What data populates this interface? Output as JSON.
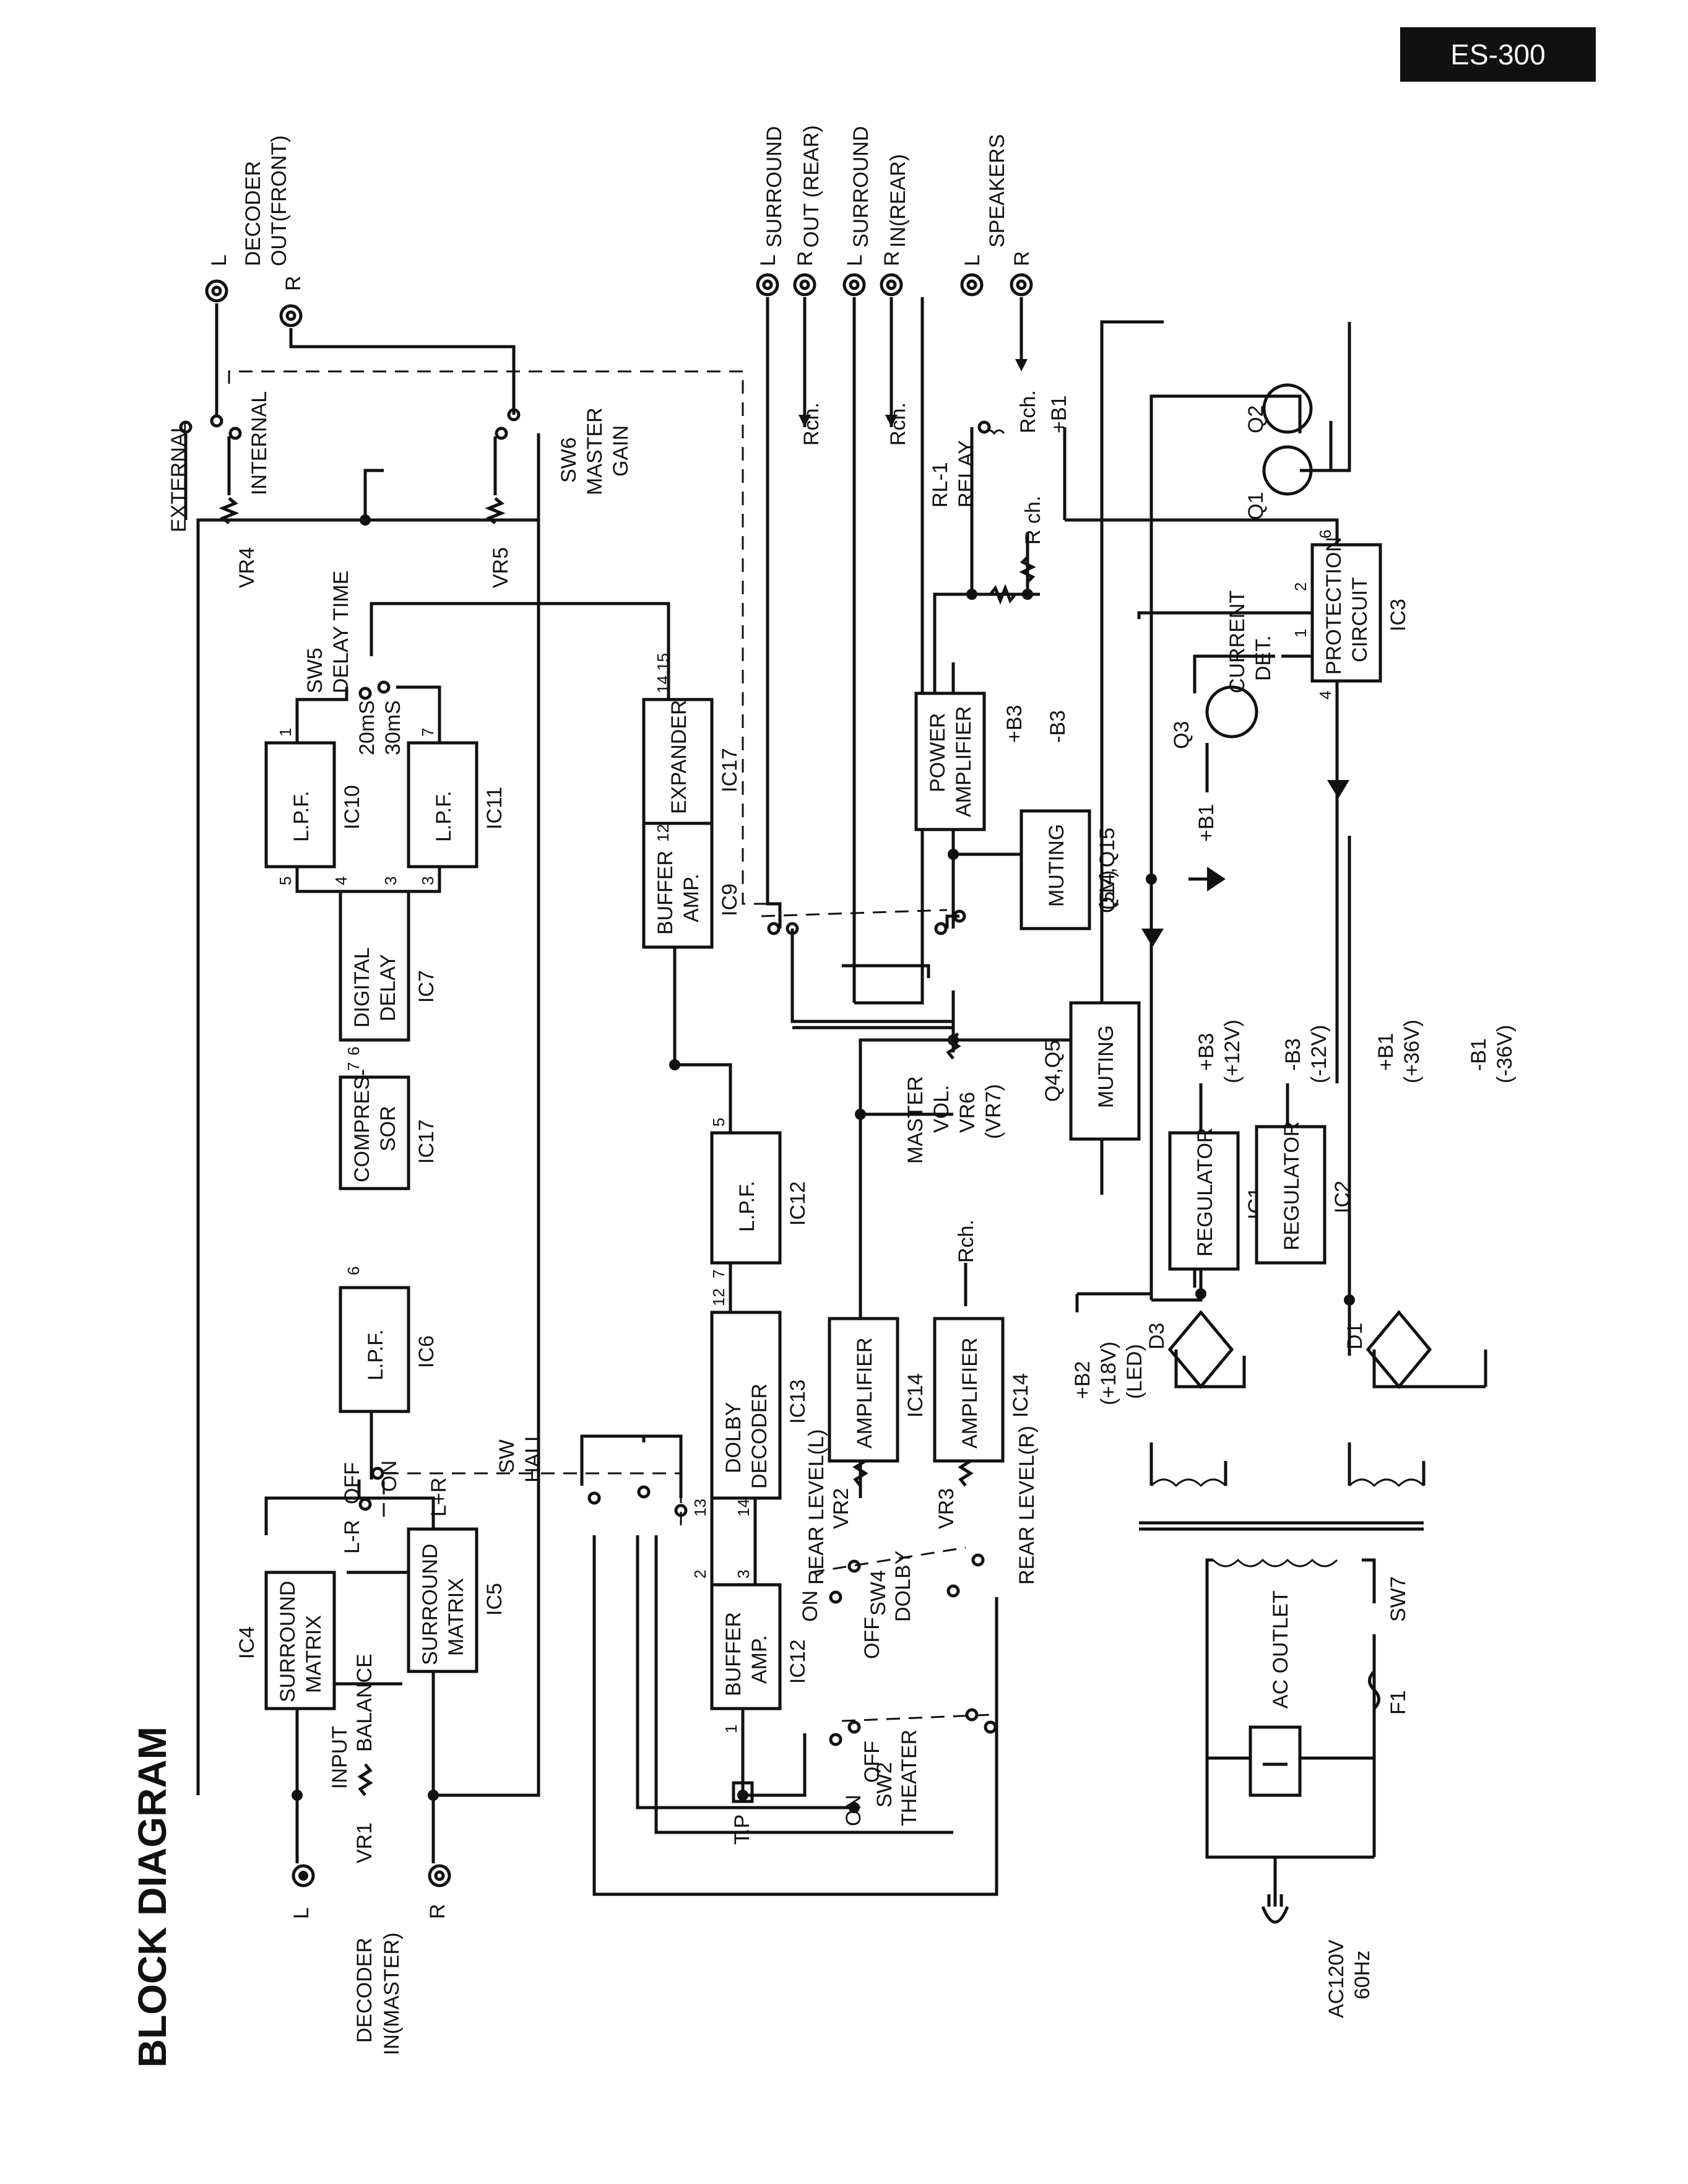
{
  "header": {
    "badge": "ES-300"
  },
  "diagram": {
    "title": "BLOCK DIAGRAM",
    "blocks": [
      {
        "id": "ic4",
        "ref": "IC4",
        "lines": [
          "SURROUND",
          "MATRIX"
        ]
      },
      {
        "id": "ic5",
        "ref": "IC5",
        "lines": [
          "SURROUND",
          "MATRIX"
        ]
      },
      {
        "id": "ic6",
        "ref": "IC6",
        "lines": [
          "L.P.F."
        ]
      },
      {
        "id": "ic17c",
        "ref": "IC17",
        "lines": [
          "COMPRES-",
          "SOR"
        ]
      },
      {
        "id": "ic7",
        "ref": "IC7",
        "lines": [
          "DIGITAL",
          "DELAY"
        ]
      },
      {
        "id": "ic10",
        "ref": "IC10",
        "lines": [
          "L.P.F."
        ]
      },
      {
        "id": "ic11",
        "ref": "IC11",
        "lines": [
          "L.P.F."
        ]
      },
      {
        "id": "ic12b",
        "ref": "IC12",
        "lines": [
          "BUFFER",
          "AMP."
        ]
      },
      {
        "id": "ic13",
        "ref": "IC13",
        "lines": [
          "DOLBY",
          "DECODER"
        ]
      },
      {
        "id": "ic12l",
        "ref": "IC12",
        "lines": [
          "L.P.F."
        ]
      },
      {
        "id": "ic9",
        "ref": "IC9",
        "lines": [
          "BUFFER",
          "AMP."
        ]
      },
      {
        "id": "ic17e",
        "ref": "IC17",
        "lines": [
          "EXPANDER"
        ]
      },
      {
        "id": "ic14l",
        "ref": "IC14",
        "lines": [
          "AMPLIFIER"
        ]
      },
      {
        "id": "ic14r",
        "ref": "IC14",
        "lines": [
          "AMPLIFIER"
        ]
      },
      {
        "id": "q4q5",
        "ref": "Q4,Q5",
        "lines": [
          "MUTING"
        ]
      },
      {
        "id": "power",
        "ref": "",
        "lines": [
          "POWER",
          "AMPLIFIER"
        ]
      },
      {
        "id": "q14q15",
        "ref": "Q14,Q15",
        "lines": [
          "MUTING"
        ]
      },
      {
        "id": "ic1",
        "ref": "IC1",
        "lines": [
          "REGULATOR"
        ]
      },
      {
        "id": "ic2",
        "ref": "IC2",
        "lines": [
          "REGULATOR"
        ]
      },
      {
        "id": "ic3",
        "ref": "IC3",
        "lines": [
          "PROTECTION",
          "CIRCUIT"
        ]
      }
    ],
    "labels": {
      "decoder_in": [
        "DECODER",
        "IN(MASTER)"
      ],
      "in_l": "L",
      "in_r": "R",
      "vr1": "VR1",
      "input_balance": [
        "INPUT",
        "BALANCE"
      ],
      "tp": "T.P",
      "l_minus_r": "L-R",
      "l_plus_r": "L+R",
      "sw_off": "OFF",
      "sw_on": "ON",
      "sw_hall": [
        "SW",
        "HALL"
      ],
      "sw2": [
        "SW2",
        "THEATER"
      ],
      "sw2_on": "ON",
      "sw2_off": "OFF",
      "sw4": [
        "SW4",
        "DOLBY"
      ],
      "sw4_on": "ON",
      "sw4_off": "OFF",
      "vr2": "VR2",
      "vr3": "VR3",
      "rear_level_l": "REAR LEVEL(L)",
      "rear_level_r": "REAR LEVEL(R)",
      "rch_amp": "Rch.",
      "master_vol": [
        "MASTER",
        "VOL.",
        "VR6",
        "(VR7)"
      ],
      "external": "EXTERNAL",
      "internal": "INTERNAL",
      "vr4": "VR4",
      "vr5": "VR5",
      "sw5": [
        "SW5",
        "DELAY TIME"
      ],
      "ms20": "20mS",
      "ms30": "30mS",
      "sw6": [
        "SW6",
        "MASTER",
        "GAIN"
      ],
      "decoder_out": [
        "DECODER",
        "OUT(FRONT)"
      ],
      "out_l": "L",
      "out_r": "R",
      "surround_out": [
        "SURROUND",
        "OUT (REAR)"
      ],
      "surround_in": [
        "SURROUND",
        "IN(REAR)"
      ],
      "speakers": "SPEAKERS",
      "so_l": "L",
      "so_r": "R",
      "si_l": "L",
      "si_r": "R",
      "sp_l": "L",
      "sp_r": "R",
      "rch_so": "Rch.",
      "rch_si": "Rch.",
      "rch_sp": "Rch.",
      "rch_res": "R ch.",
      "rl1": [
        "RL-1",
        "RELAY"
      ],
      "plus_b1_relay": "+B1",
      "plus_b3": "+B3",
      "minus_b3": "-B3",
      "q3": "Q3",
      "current_det": [
        "CURRENT",
        "DET."
      ],
      "plus_b1_q3": "+B1",
      "q1": "Q1",
      "q2": "Q2",
      "five_v": "(5V)",
      "b2": [
        "+B2",
        "(+18V)",
        "(LED)"
      ],
      "b3p": [
        "+B3",
        "(+12V)"
      ],
      "b3n": [
        "-B3",
        "(-12V)"
      ],
      "b1p": [
        "+B1",
        "(+36V)"
      ],
      "b1n": [
        "-B1",
        "(-36V)"
      ],
      "d3": "D3",
      "d1": "D1",
      "ac_outlet": "AC OUTLET",
      "f1": "F1",
      "sw7": "SW7",
      "ac_in": [
        "AC120V",
        "60Hz"
      ]
    },
    "pins": {
      "ic4_lr": "",
      "p6a": "6",
      "p7a": "7",
      "p6b": "6",
      "p4": "4",
      "p3": "3",
      "p5a": "5",
      "p1": "1",
      "p3b": "3",
      "p7b": "7",
      "p2": "2",
      "p3c": "3",
      "p13": "13",
      "p14": "14",
      "p12": "12",
      "p7c": "7",
      "p5b": "5",
      "p1b": "1",
      "p12b": "12",
      "p1415": "14.15",
      "ic3_v2": "2",
      "ic3_1": "1",
      "ic3_4": "4",
      "ic3_6": "6"
    }
  }
}
